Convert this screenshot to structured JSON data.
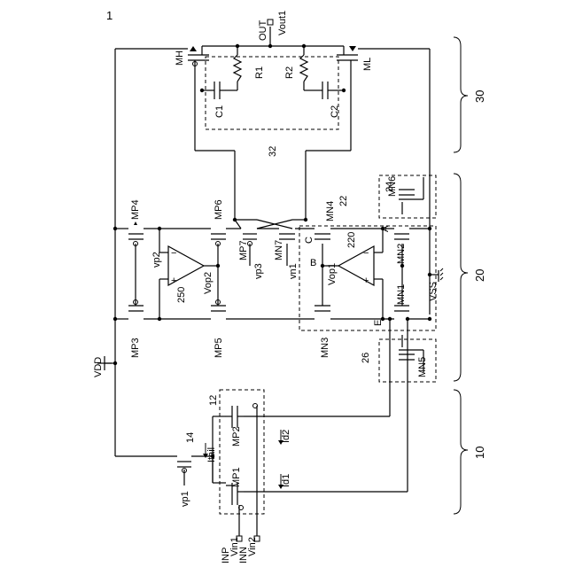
{
  "figure_number": "1",
  "terminals": {
    "out": "OUT",
    "vout1": "Vout1",
    "vdd": "VDD",
    "vss": "VSS",
    "inp": "INP",
    "vin1": "Vin1",
    "inn": "INN",
    "vin2": "Vin2",
    "vp1": "vp1",
    "vp2": "vp2",
    "vp3": "vp3",
    "vn1": "vn1"
  },
  "transistors": {
    "mh": "MH",
    "ml": "ML",
    "mp4": "MP4",
    "mp6": "MP6",
    "mp7": "MP7",
    "mn7": "MN7",
    "mn4": "MN4",
    "mp3": "MP3",
    "mp5": "MP5",
    "mn3": "MN3",
    "mn2": "MN2",
    "mn1": "MN1",
    "mn6": "MN6",
    "mn5": "MN5",
    "mp1": "MP1",
    "mp2": "MP2"
  },
  "passives": {
    "r1": "R1",
    "r2": "R2",
    "c1": "C1",
    "c2": "C2"
  },
  "amplifiers": {
    "a250": "250",
    "vop2": "Vop2",
    "a220": "220",
    "vop1": "Vop1"
  },
  "nodes": {
    "a": "A",
    "b": "B",
    "c": "C",
    "e": "E"
  },
  "currents": {
    "itail": "Itail",
    "id1": "Id1",
    "id2": "Id2"
  },
  "refs": {
    "r14": "14",
    "r12": "12",
    "r22": "22",
    "r24": "24",
    "r26": "26",
    "r32": "32"
  },
  "blocks": {
    "b30": "30",
    "b20": "20",
    "b10": "10"
  }
}
